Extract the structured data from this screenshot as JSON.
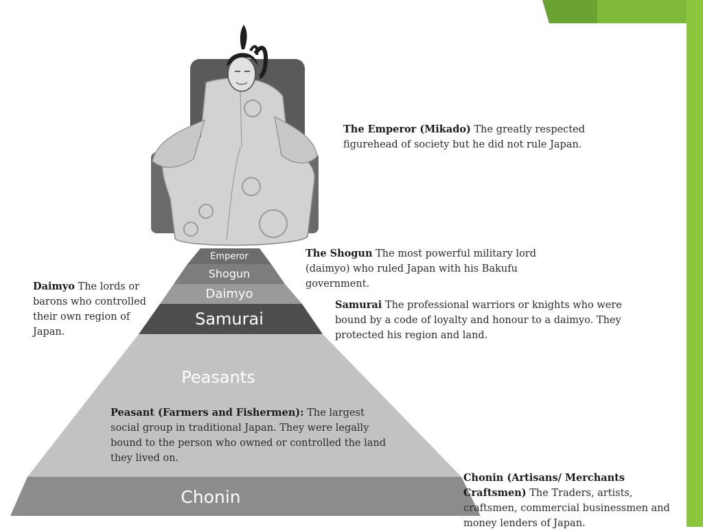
{
  "slide": {
    "accent_color": "#8cc63f",
    "accent_dark": "#5f9a2a"
  },
  "pyramid": {
    "tiers": [
      {
        "id": "emperor",
        "label": "Emperor",
        "fill": "#6c6c6c"
      },
      {
        "id": "shogun",
        "label": "Shogun",
        "fill": "#7d7d7d"
      },
      {
        "id": "daimyo",
        "label": "Daimyo",
        "fill": "#9a9a9a"
      },
      {
        "id": "samurai",
        "label": "Samurai",
        "fill": "#4d4d4d"
      },
      {
        "id": "peasants",
        "label": "Peasants",
        "fill": "#c2c2c2"
      },
      {
        "id": "chonin",
        "label": "Chonin",
        "fill": "#8c8c8c"
      }
    ]
  },
  "figure": {
    "icon": "seated-emperor-illustration"
  },
  "descriptions": {
    "emperor": {
      "title": "The Emperor (Mikado)",
      "text": " The greatly respected figurehead of society but he did not rule Japan."
    },
    "shogun": {
      "title": "The Shogun",
      "text": " The most powerful military lord (daimyo) who ruled Japan with his Bakufu government."
    },
    "daimyo": {
      "title": "Daimyo",
      "text": " The lords or barons who controlled their own region of Japan."
    },
    "samurai": {
      "title": "Samurai",
      "text": " The professional warriors or knights who were bound by a code of loyalty and honour to a daimyo. They protected his region and land."
    },
    "peasant": {
      "title": "Peasant (Farmers and Fishermen):",
      "text": " The largest social group in traditional Japan. They were legally bound to the person who owned or controlled the land they lived on."
    },
    "chonin": {
      "title": "Chonin (Artisans/ Merchants Craftsmen)",
      "text": " The Traders, artists, craftsmen, commercial businessmen and money lenders of Japan."
    }
  }
}
